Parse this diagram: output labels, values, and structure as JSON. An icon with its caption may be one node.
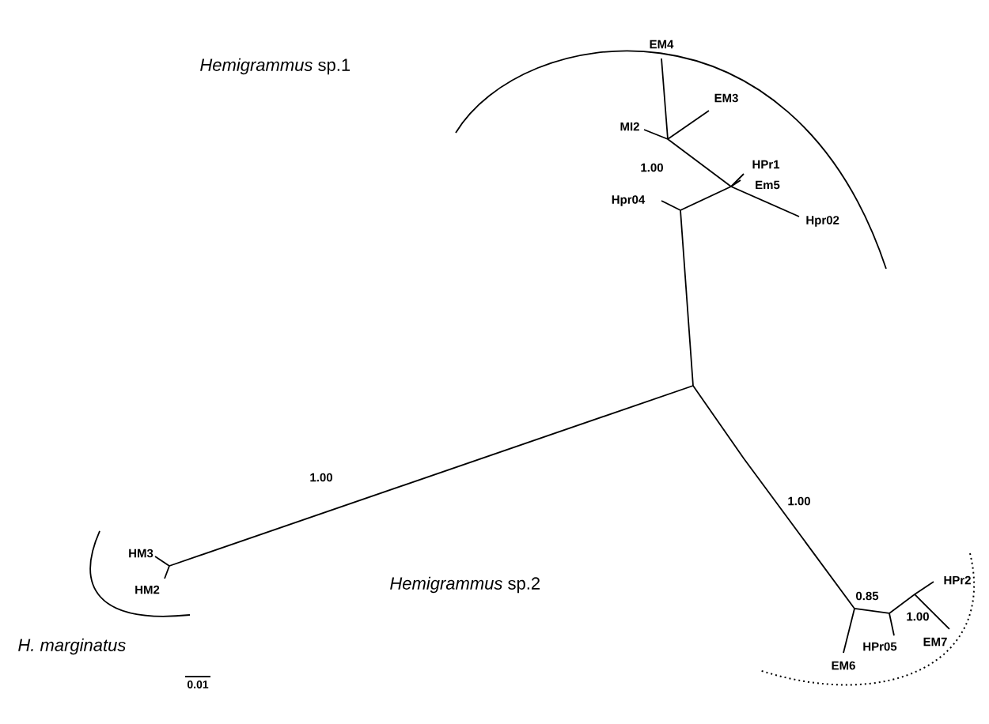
{
  "diagram": {
    "labels": [
      "*Hemigrammus* sp.1",
      "EM4",
      "EM3",
      "MI2",
      "HPr1",
      "1.00",
      "Em5",
      "Hpr04",
      "Hpr02",
      "1.00",
      "1.00",
      "HM3",
      "HM2",
      "*Hemigrammus* sp.2",
      "0.85",
      "HPr2",
      "1.00",
      "H. marginatus",
      "HPr05",
      "EM7",
      "EM6",
      "0.01"
    ]
  }
}
